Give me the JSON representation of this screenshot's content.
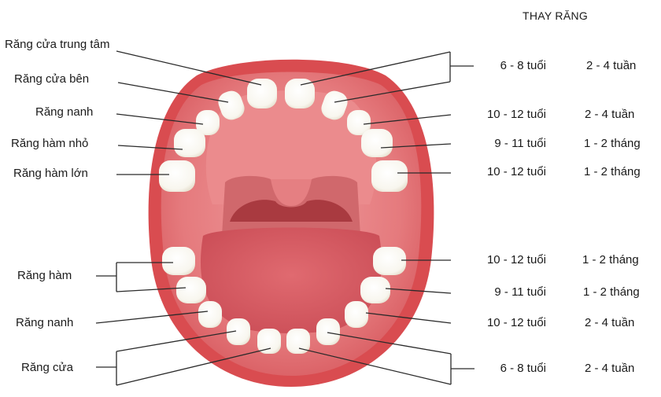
{
  "header": {
    "title": "THAY RĂNG"
  },
  "upper_labels": [
    {
      "label": "Răng cửa trung tâm"
    },
    {
      "label": "Răng cửa bên"
    },
    {
      "label": "Răng nanh"
    },
    {
      "label": "Răng hàm nhỏ"
    },
    {
      "label": "Răng hàm lớn"
    }
  ],
  "lower_labels": [
    {
      "label": "Răng hàm"
    },
    {
      "label": "Răng nanh"
    },
    {
      "label": "Răng cửa"
    }
  ],
  "upper_timeline": [
    {
      "age": "6 - 8 tuổi",
      "duration": "2 - 4 tuần"
    },
    {
      "age": "10 - 12 tuổi",
      "duration": "2 - 4 tuần"
    },
    {
      "age": "9 - 11 tuổi",
      "duration": "1 - 2 tháng"
    },
    {
      "age": "10 - 12 tuổi",
      "duration": "1 - 2 tháng"
    }
  ],
  "lower_timeline": [
    {
      "age": "10 - 12 tuổi",
      "duration": "1 - 2 tháng"
    },
    {
      "age": "9 - 11 tuổi",
      "duration": "1 - 2 tháng"
    },
    {
      "age": "10 - 12 tuổi",
      "duration": "2 - 4 tuần"
    },
    {
      "age": "6 - 8 tuổi",
      "duration": "2 - 4 tuần"
    }
  ],
  "colors": {
    "lip_outer": "#d94a4a",
    "gum": "#e8787a",
    "palate": "#ea8386",
    "throat": "#a8343a",
    "tongue": "#d95c64",
    "tooth": "#fdfcf6",
    "line": "#2a2a2a"
  }
}
